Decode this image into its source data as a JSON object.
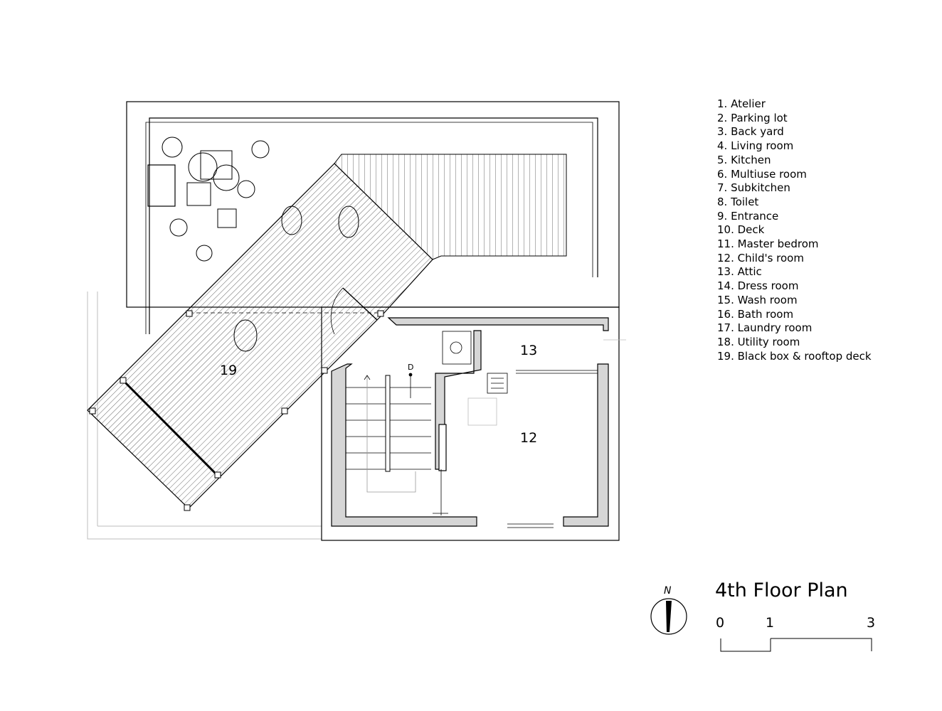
{
  "legend": [
    "1. Atelier",
    "2. Parking lot",
    "3. Back yard",
    "4. Living room",
    "5. Kitchen",
    "6. Multiuse room",
    "7. Subkitchen",
    "8. Toilet",
    "9. Entrance",
    "10. Deck",
    "11. Master bedrom",
    "12. Child's room",
    "13. Attic",
    "14. Dress room",
    "15. Wash room",
    "16. Bath room",
    "17. Laundry room",
    "18. Utility room",
    "19. Black box & rooftop deck"
  ],
  "room_labels": {
    "r19": "19",
    "r13": "13",
    "r12": "12",
    "stair_d": "D"
  },
  "title": "4th Floor Plan",
  "scale": {
    "s0": "0",
    "s1": "1",
    "s3": "3"
  },
  "north": "N",
  "colors": {
    "line": "#000000",
    "wall_fill": "#d6d6d6",
    "faint": "#bdbdbd"
  }
}
